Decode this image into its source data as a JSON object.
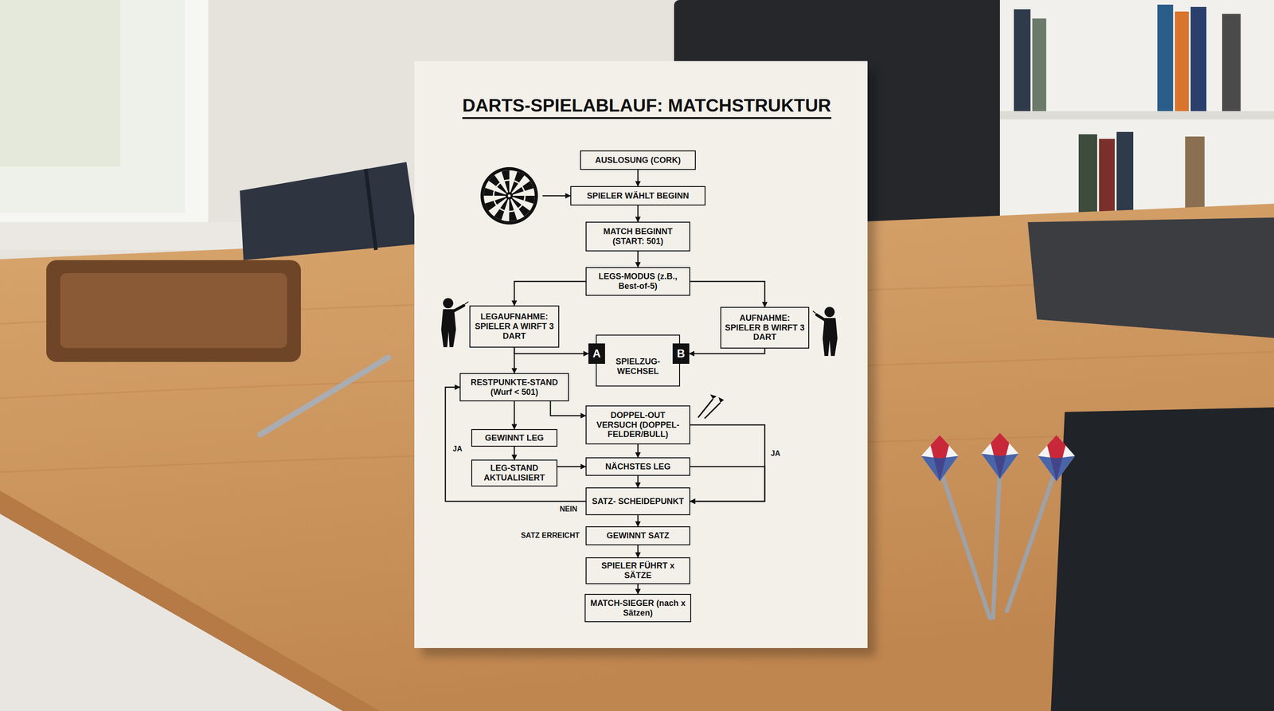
{
  "diagram": {
    "title": "DARTS-SPIELABLAUF: MATCHSTRUKTUR",
    "nodes": [
      {
        "text": [
          "AUSLOSUNG (CORK)"
        ]
      },
      {
        "text": [
          "SPIELER WÄHLT BEGINN"
        ]
      },
      {
        "text": [
          "MATCH BEGINNT (START: 501)"
        ]
      },
      {
        "text": [
          "LEGS-MODUS (z.B., Best-of-5)"
        ]
      },
      {
        "text": [
          "LEGAUFNAHME: SPIELER A WIRFT 3 DART"
        ]
      },
      {
        "text": [
          "AUFNAHME: SPIELER B WIRFT 3 DART"
        ]
      },
      {
        "text": [
          "SPIELZUG- WECHSEL"
        ]
      },
      {
        "text": [
          "A"
        ],
        "in": 6
      },
      {
        "text": [
          "B"
        ],
        "in": 6
      },
      {
        "text": [
          "RESTPUNKTE-STAND (Wurf < 501)"
        ]
      },
      {
        "text": [
          "DOPPEL-OUT VERSUCH (DOPPEL- FELDER/BULL)"
        ]
      },
      {
        "text": [
          "GEWINNT LEG"
        ]
      },
      {
        "text": [
          "LEG-STAND AKTUALISIERT"
        ]
      },
      {
        "text": [
          "NÄCHSTES LEG"
        ]
      },
      {
        "text": [
          "SATZ- SCHEIDEPUNKT"
        ]
      },
      {
        "text": [
          "GEWINNT SATZ"
        ]
      },
      {
        "text": [
          "SPIELER FÜHRT x SÄTZE"
        ]
      },
      {
        "text": [
          "MATCH-SIEGER (nach x Sätzen)"
        ]
      }
    ],
    "edges": [
      {
        "from": 0,
        "to": 1,
        "arrow": "to"
      },
      {
        "from": 1,
        "to": 2,
        "arrow": "to"
      },
      {
        "from": 2,
        "to": 3,
        "arrow": "to"
      },
      {
        "from": 3,
        "to": 4,
        "arrow": "to"
      },
      {
        "from": 3,
        "to": 5,
        "arrow": "to"
      },
      {
        "from": 4,
        "to": 9,
        "arrow": "to"
      },
      {
        "from": 4,
        "to": 7,
        "arrow": "to"
      },
      {
        "from": 5,
        "to": 8,
        "arrow": "to"
      },
      {
        "from": 7,
        "to": 8,
        "arrow": "both"
      },
      {
        "from": 9,
        "to": 11,
        "arrow": "to"
      },
      {
        "from": 9,
        "to": 10,
        "arrow": "to"
      },
      {
        "from": 10,
        "to": 13,
        "arrow": "to"
      },
      {
        "from": 11,
        "to": 12,
        "arrow": "to"
      },
      {
        "from": 12,
        "to": 13,
        "arrow": "to"
      },
      {
        "from": 13,
        "to": 14,
        "arrow": "to"
      },
      {
        "from": 10,
        "to": 14,
        "label": "JA",
        "arrow": "to"
      },
      {
        "from": 13,
        "to": 14,
        "arrow": "to"
      },
      {
        "from": 14,
        "to": 9,
        "label": "NEIN",
        "arrow": "to"
      },
      {
        "from": 14,
        "to": 15,
        "arrow": "to"
      },
      {
        "from": 15,
        "to": 16,
        "arrow": "to"
      },
      {
        "from": 16,
        "to": 17,
        "arrow": "to"
      }
    ],
    "labels": [
      "JA",
      "SATZ ERREICHT"
    ]
  }
}
